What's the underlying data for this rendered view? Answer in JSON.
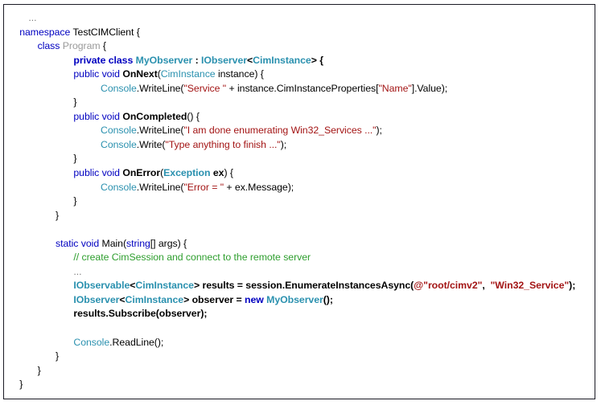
{
  "window": {
    "kind": "code-listing-figure",
    "border_color": "#1a1a24",
    "background": "#ffffff"
  },
  "theme": {
    "keyword": "#0000c0",
    "type": "#2b91af",
    "string": "#a31515",
    "comment": "#2e9e2e",
    "plain": "#000000",
    "dim": "#9a9a9a",
    "ellipsis": "#7a7a7a"
  },
  "code": {
    "language": "csharp",
    "lines": [
      {
        "indent": 2,
        "tokens": [
          {
            "t": "...",
            "c": "t-ell"
          }
        ]
      },
      {
        "indent": 1,
        "tokens": [
          {
            "t": "namespace",
            "c": "t-kw"
          },
          {
            "t": " TestCIMClient {",
            "c": "t-plain"
          }
        ]
      },
      {
        "indent": 3,
        "tokens": [
          {
            "t": "class",
            "c": "t-kw"
          },
          {
            "t": " ",
            "c": "t-plain"
          },
          {
            "t": "Program",
            "c": "t-dim"
          },
          {
            "t": " {",
            "c": "t-plain"
          }
        ]
      },
      {
        "indent": 7,
        "tokens": [
          {
            "t": "private class",
            "c": "t-kwb"
          },
          {
            "t": " ",
            "c": "t-plainb"
          },
          {
            "t": "MyObserver",
            "c": "t-typeb"
          },
          {
            "t": " : ",
            "c": "t-plainb"
          },
          {
            "t": "IObserver",
            "c": "t-typeb"
          },
          {
            "t": "<",
            "c": "t-plainb"
          },
          {
            "t": "CimInstance",
            "c": "t-typeb"
          },
          {
            "t": "> {",
            "c": "t-plainb"
          }
        ]
      },
      {
        "indent": 7,
        "tokens": [
          {
            "t": "public void ",
            "c": "t-kw"
          },
          {
            "t": "OnNext",
            "c": "t-plainb"
          },
          {
            "t": "(",
            "c": "t-plain"
          },
          {
            "t": "CimInstance",
            "c": "t-type"
          },
          {
            "t": " instance) {",
            "c": "t-plain"
          }
        ]
      },
      {
        "indent": 10,
        "tokens": [
          {
            "t": "Console",
            "c": "t-type"
          },
          {
            "t": ".WriteLine(",
            "c": "t-plain"
          },
          {
            "t": "\"Service \"",
            "c": "t-str"
          },
          {
            "t": " + instance.CimInstanceProperties[",
            "c": "t-plain"
          },
          {
            "t": "\"Name\"",
            "c": "t-str"
          },
          {
            "t": "].Value);",
            "c": "t-plain"
          }
        ]
      },
      {
        "indent": 7,
        "tokens": [
          {
            "t": "}",
            "c": "t-plain"
          }
        ]
      },
      {
        "indent": 7,
        "tokens": [
          {
            "t": "public void ",
            "c": "t-kw"
          },
          {
            "t": "OnCompleted",
            "c": "t-plainb"
          },
          {
            "t": "() {",
            "c": "t-plain"
          }
        ]
      },
      {
        "indent": 10,
        "tokens": [
          {
            "t": "Console",
            "c": "t-type"
          },
          {
            "t": ".WriteLine(",
            "c": "t-plain"
          },
          {
            "t": "\"I am done enumerating Win32_Services ...\"",
            "c": "t-str"
          },
          {
            "t": ");",
            "c": "t-plain"
          }
        ]
      },
      {
        "indent": 10,
        "tokens": [
          {
            "t": "Console",
            "c": "t-type"
          },
          {
            "t": ".Write(",
            "c": "t-plain"
          },
          {
            "t": "\"Type anything to finish ...\"",
            "c": "t-str"
          },
          {
            "t": ");",
            "c": "t-plain"
          }
        ]
      },
      {
        "indent": 7,
        "tokens": [
          {
            "t": "}",
            "c": "t-plain"
          }
        ]
      },
      {
        "indent": 7,
        "tokens": [
          {
            "t": "public void ",
            "c": "t-kw"
          },
          {
            "t": "OnError",
            "c": "t-plainb"
          },
          {
            "t": "(",
            "c": "t-plain"
          },
          {
            "t": "Exception",
            "c": "t-typeb"
          },
          {
            "t": " ex",
            "c": "t-plainb"
          },
          {
            "t": ") {",
            "c": "t-plain"
          }
        ]
      },
      {
        "indent": 10,
        "tokens": [
          {
            "t": "Console",
            "c": "t-type"
          },
          {
            "t": ".WriteLine(",
            "c": "t-plain"
          },
          {
            "t": "\"Error = \"",
            "c": "t-str"
          },
          {
            "t": " + ex.Message);",
            "c": "t-plain"
          }
        ]
      },
      {
        "indent": 7,
        "tokens": [
          {
            "t": "}",
            "c": "t-plain"
          }
        ]
      },
      {
        "indent": 5,
        "tokens": [
          {
            "t": "}",
            "c": "t-plain"
          }
        ]
      },
      {
        "indent": 0,
        "tokens": [
          {
            "t": "",
            "c": "t-plain"
          }
        ]
      },
      {
        "indent": 5,
        "tokens": [
          {
            "t": "static void ",
            "c": "t-kw"
          },
          {
            "t": "Main(",
            "c": "t-plain"
          },
          {
            "t": "string",
            "c": "t-kw"
          },
          {
            "t": "[] args) {",
            "c": "t-plain"
          }
        ]
      },
      {
        "indent": 7,
        "tokens": [
          {
            "t": "// create CimSession and connect to the remote server",
            "c": "t-cmt"
          }
        ]
      },
      {
        "indent": 7,
        "tokens": [
          {
            "t": "...",
            "c": "t-ell"
          }
        ]
      },
      {
        "indent": 7,
        "tokens": [
          {
            "t": "IObservable",
            "c": "t-typeb"
          },
          {
            "t": "<",
            "c": "t-plainb"
          },
          {
            "t": "CimInstance",
            "c": "t-typeb"
          },
          {
            "t": "> results = session.EnumerateInstancesAsync(",
            "c": "t-plainb"
          },
          {
            "t": "@\"root/cimv2\"",
            "c": "t-strb"
          },
          {
            "t": ",  ",
            "c": "t-plainb"
          },
          {
            "t": "\"Win32_Service\"",
            "c": "t-strb"
          },
          {
            "t": ");",
            "c": "t-plainb"
          }
        ]
      },
      {
        "indent": 7,
        "tokens": [
          {
            "t": "IObserver",
            "c": "t-typeb"
          },
          {
            "t": "<",
            "c": "t-plainb"
          },
          {
            "t": "CimInstance",
            "c": "t-typeb"
          },
          {
            "t": "> observer = ",
            "c": "t-plainb"
          },
          {
            "t": "new",
            "c": "t-kwb"
          },
          {
            "t": " ",
            "c": "t-plainb"
          },
          {
            "t": "MyObserver",
            "c": "t-typeb"
          },
          {
            "t": "();",
            "c": "t-plainb"
          }
        ]
      },
      {
        "indent": 7,
        "tokens": [
          {
            "t": "results.Subscribe(observer);",
            "c": "t-plainb"
          }
        ]
      },
      {
        "indent": 0,
        "tokens": [
          {
            "t": "",
            "c": "t-plain"
          }
        ]
      },
      {
        "indent": 7,
        "tokens": [
          {
            "t": "Console",
            "c": "t-type"
          },
          {
            "t": ".ReadLine();",
            "c": "t-plain"
          }
        ]
      },
      {
        "indent": 5,
        "tokens": [
          {
            "t": "}",
            "c": "t-plain"
          }
        ]
      },
      {
        "indent": 3,
        "tokens": [
          {
            "t": "}",
            "c": "t-plain"
          }
        ]
      },
      {
        "indent": 1,
        "tokens": [
          {
            "t": "}",
            "c": "t-plain"
          }
        ]
      }
    ]
  }
}
